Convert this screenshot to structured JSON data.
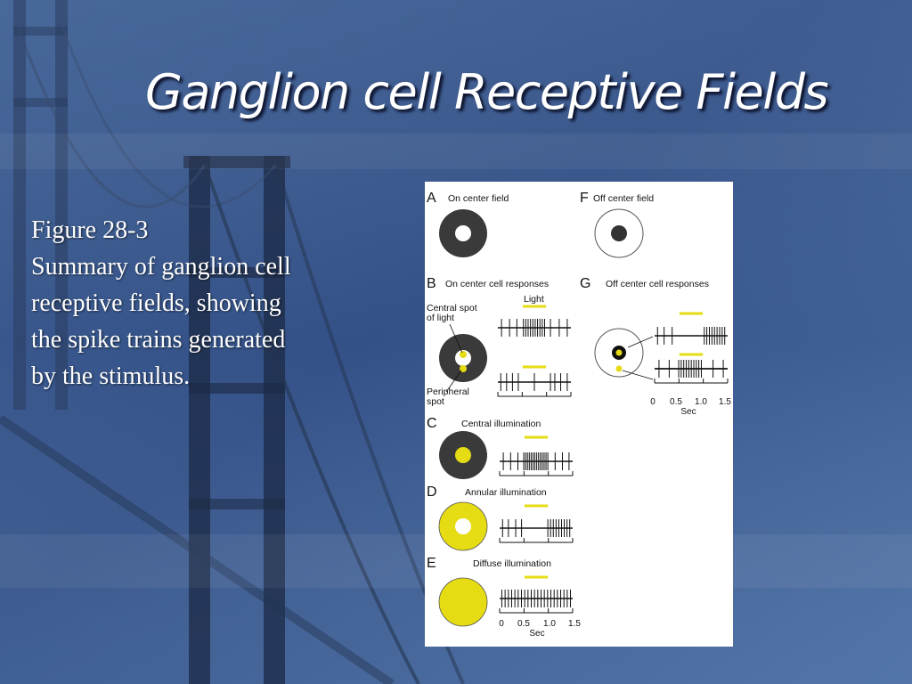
{
  "slide": {
    "title": "Ganglion cell Receptive Fields",
    "caption": {
      "figure_number": "Figure 28-3",
      "lines": [
        "Summary of ganglion cell",
        "receptive fields, showing",
        "the spike trains generated",
        "by the stimulus."
      ]
    }
  },
  "figure": {
    "panels": {
      "a": {
        "letter": "A",
        "title": "On center field"
      },
      "b": {
        "letter": "B",
        "title": "On center cell responses",
        "light_label": "Light",
        "central_label_1": "Central spot",
        "central_label_2": "of light",
        "peripheral_label_1": "Peripheral",
        "peripheral_label_2": "spot"
      },
      "c": {
        "letter": "C",
        "title": "Central illumination"
      },
      "d": {
        "letter": "D",
        "title": "Annular illumination"
      },
      "e": {
        "letter": "E",
        "title": "Diffuse illumination"
      },
      "f": {
        "letter": "F",
        "title": "Off center field"
      },
      "g": {
        "letter": "G",
        "title": "Off center cell responses"
      }
    },
    "time_axis": {
      "ticks": [
        "0",
        "0.5",
        "1.0",
        "1.5"
      ],
      "unit": "Sec"
    },
    "colors": {
      "stimulus": "#e6dc14",
      "field_dark": "#3a3a3a"
    }
  }
}
